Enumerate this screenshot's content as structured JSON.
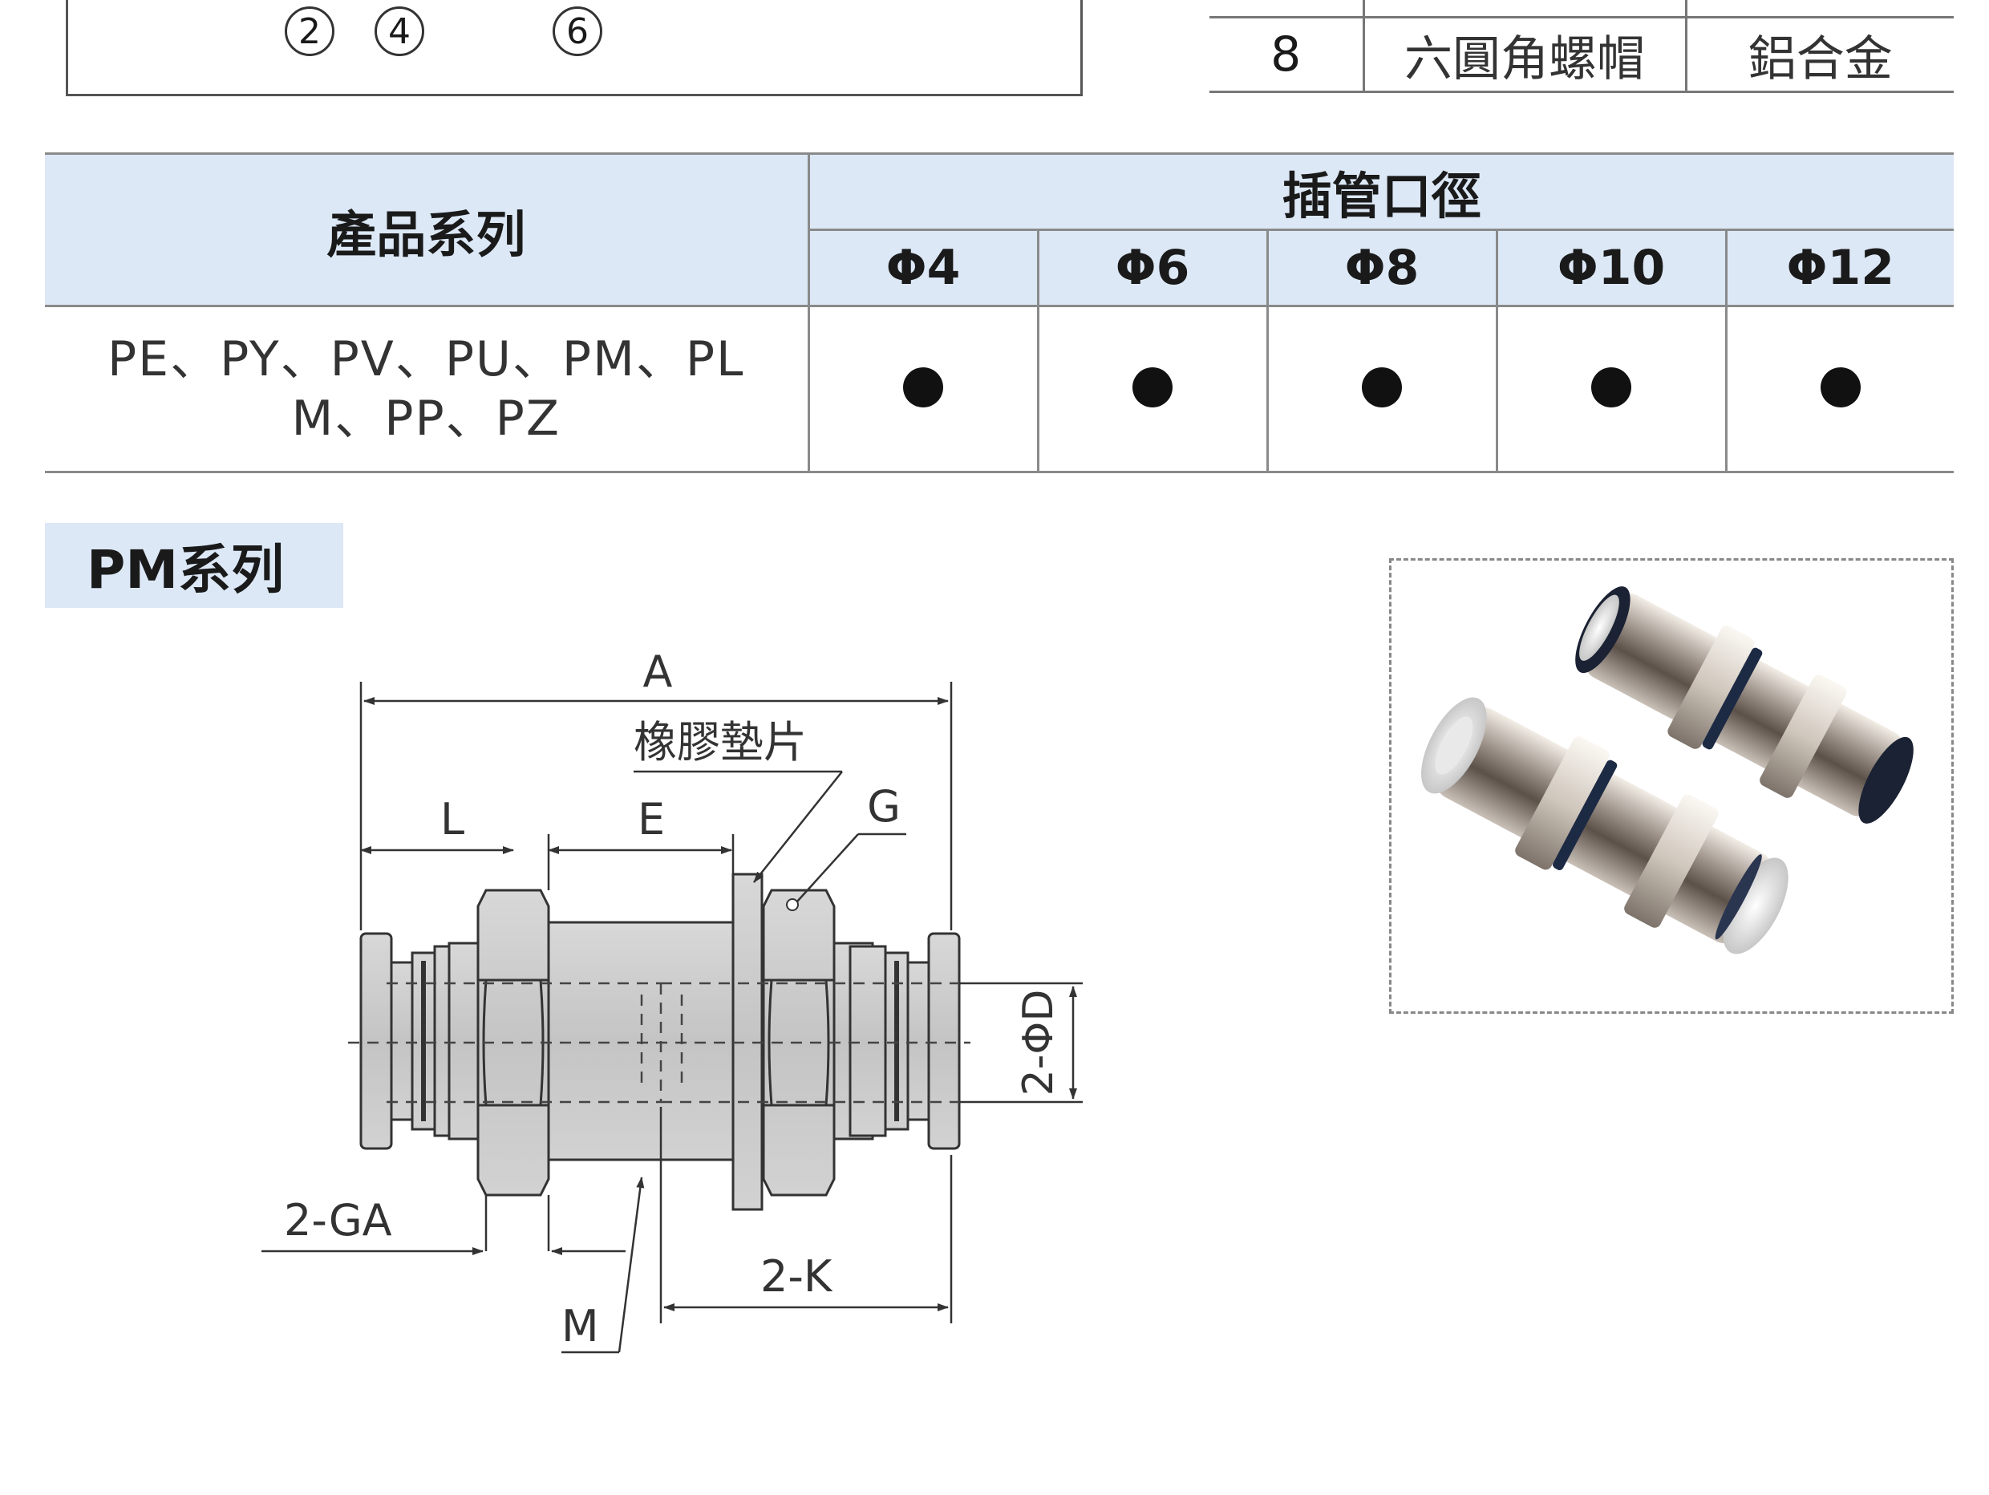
{
  "top_box": {
    "numbers": [
      "2",
      "4",
      "6"
    ]
  },
  "parts_table": {
    "row_no": "8",
    "part_name": "六圓角螺帽",
    "material": "鋁合金"
  },
  "spec_table": {
    "series_header": "產品系列",
    "group_header": "插管口徑",
    "diameters": [
      "Φ4",
      "Φ6",
      "Φ8",
      "Φ10",
      "Φ12"
    ],
    "series_line1": "PE、PY、PV、PU、PM、PL",
    "series_line2": "M、PP、PZ",
    "availability": [
      "●",
      "●",
      "●",
      "●",
      "●"
    ]
  },
  "section": {
    "title": "PM系列"
  },
  "drawing": {
    "labels": {
      "a": "A",
      "gasket": "橡膠墊片",
      "l": "L",
      "e": "E",
      "g": "G",
      "phi_d": "2-ΦD",
      "ga": "2-GA",
      "k": "2-K",
      "m": "M"
    }
  }
}
